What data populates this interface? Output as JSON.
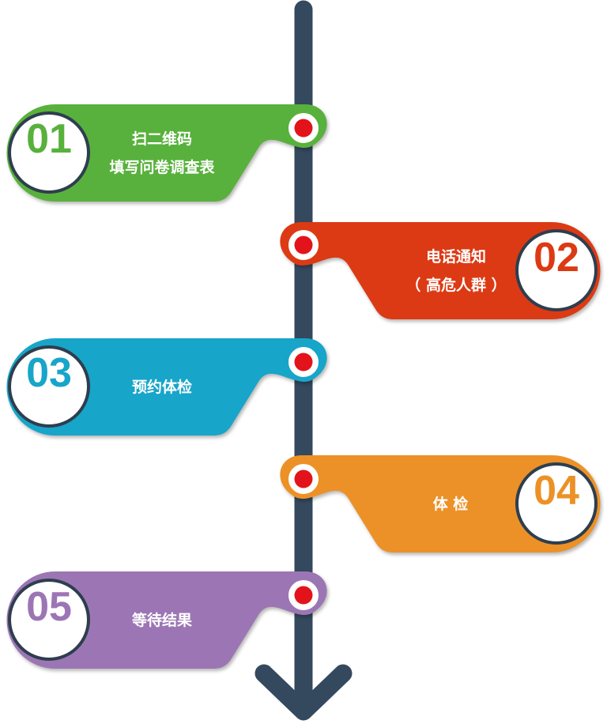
{
  "colors": {
    "axis": "#34495E",
    "dot": "#E3131B",
    "ring": "#2E3E4E"
  },
  "steps": [
    {
      "number": "01",
      "lines": [
        "扫二维码",
        "填写问卷调查表"
      ],
      "color": "#58B13C"
    },
    {
      "number": "02",
      "lines": [
        "电话通知",
        "（ 高危人群 ）"
      ],
      "color": "#DC3A14"
    },
    {
      "number": "03",
      "lines": [
        "预约体检"
      ],
      "color": "#17A5C9"
    },
    {
      "number": "04",
      "lines": [
        "体 检"
      ],
      "color": "#EC9127"
    },
    {
      "number": "05",
      "lines": [
        "等待结果"
      ],
      "color": "#9C76B4"
    }
  ]
}
